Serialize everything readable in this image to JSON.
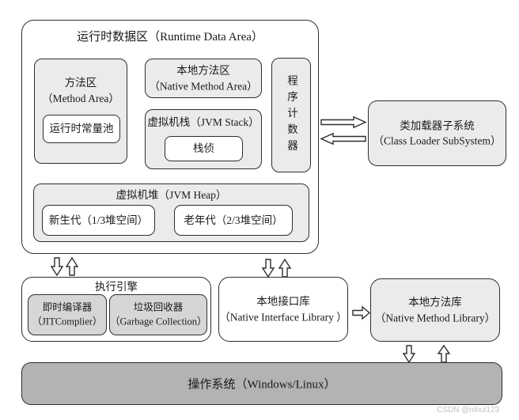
{
  "diagram": {
    "runtime_area": {
      "title": "运行时数据区（Runtime Data Area）"
    },
    "method_area": {
      "line1": "方法区",
      "line2": "（Method Area）",
      "const_pool": "运行时常量池"
    },
    "native_method_area": {
      "line1": "本地方法区",
      "line2": "（Native Method Area）"
    },
    "jvm_stack": {
      "title": "虚拟机栈（JVM Stack）",
      "frame": "栈侦"
    },
    "pc_register": {
      "label": "程序计数器"
    },
    "jvm_heap": {
      "title": "虚拟机堆（JVM Heap）",
      "young": "新生代（1/3堆空间）",
      "old": "老年代（2/3堆空间）"
    },
    "class_loader": {
      "line1": "类加载器子系统",
      "line2": "（Class Loader SubSystem）"
    },
    "execution_engine": {
      "title": "执行引擎",
      "jit": {
        "line1": "即时编译器",
        "line2": "（JITComplier）"
      },
      "gc": {
        "line1": "垃圾回收器",
        "line2": "（Garbage Collection）"
      }
    },
    "native_interface": {
      "line1": "本地接口库",
      "line2": "（Native Interface Library ）"
    },
    "native_method_lib": {
      "line1": "本地方法库",
      "line2": "（Native Method Library）"
    },
    "os": {
      "label": "操作系统（Windows/Linux）"
    },
    "watermark": "CSDN @nihui123",
    "colors": {
      "box_light": "#ebebeb",
      "box_mid": "#d6d6d6",
      "os_bar": "#b3b3b3",
      "border": "#2e2e2e",
      "watermark": "#c2c2c2"
    }
  }
}
